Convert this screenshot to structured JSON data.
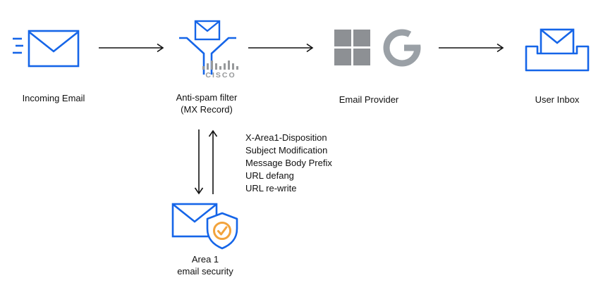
{
  "diagram": {
    "nodes": {
      "incoming_email": {
        "label": "Incoming Email"
      },
      "anti_spam_filter": {
        "label": "Anti-spam filter",
        "sublabel": "(MX Record)",
        "vendor_logo": "CISCO"
      },
      "email_provider": {
        "label": "Email Provider",
        "logos": [
          "microsoft-logo-icon",
          "google-logo-icon"
        ]
      },
      "user_inbox": {
        "label": "User Inbox"
      },
      "area1": {
        "label": "Area 1",
        "sublabel": "email security"
      }
    },
    "annotations": {
      "modifications": [
        "X-Area1-Disposition",
        "Subject Modification",
        "Message Body Prefix",
        "URL defang",
        "URL re-write"
      ]
    },
    "colors": {
      "envelope_blue": "#1565e8",
      "logo_gray": "#97999b",
      "check_orange": "#f2a33c",
      "arrow_black": "#111111"
    }
  }
}
